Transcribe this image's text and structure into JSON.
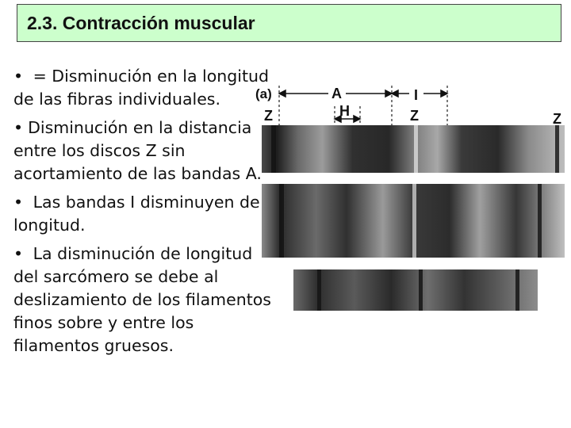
{
  "title": "2.3. Contracción muscular",
  "bullets": [
    {
      "marker": "•",
      "text": " = Disminución en la longitud de las fibras individuales."
    },
    {
      "marker": "•",
      "text": "Disminución en  la distancia entre los discos Z sin acortamiento de las bandas A."
    },
    {
      "marker": "•",
      "text": " Las bandas I disminuyen de longitud."
    },
    {
      "marker": "•",
      "text": " La disminución de longitud del sarcómero se debe al deslizamiento de    los filamentos finos sobre y entre los filamentos gruesos."
    }
  ],
  "micrograph": {
    "panel_label": "(a)",
    "labels": {
      "A": "A",
      "H": "H",
      "I": "I",
      "Z": "Z"
    },
    "colors": {
      "band_dark": "#2a2a2a",
      "band_light": "#b5b5b5",
      "background": "#6a6a6a"
    }
  }
}
